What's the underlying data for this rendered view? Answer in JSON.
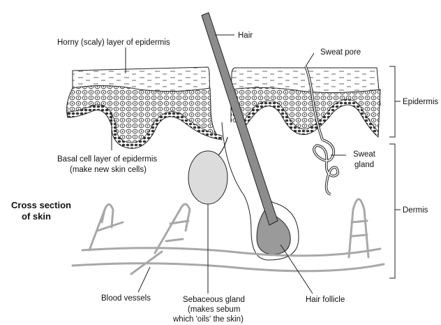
{
  "title_lines": [
    "Cross section",
    "of skin"
  ],
  "labels": {
    "horny_layer": "Horny (scaly) layer of epidermis",
    "hair": "Hair",
    "sweat_pore": "Sweat pore",
    "epidermis": "Epidermis",
    "sweat_gland": [
      "Sweat",
      "gland"
    ],
    "basal_layer": [
      "Basal cell layer of epidermis",
      "(make new skin cells)"
    ],
    "dermis": "Dermis",
    "blood_vessels": "Blood vessels",
    "sebaceous_gland": [
      "Sebaceous gland",
      "(makes sebum",
      "which 'oils' the skin)"
    ],
    "hair_follicle": "Hair follicle"
  },
  "colors": {
    "hair_shaft": "#8c8c8c",
    "follicle_bulb": "#9a9a9a",
    "sebaceous_fill": "#dcdcdc",
    "blood_vessel": "#a8a8a8",
    "outline": "#222222"
  }
}
